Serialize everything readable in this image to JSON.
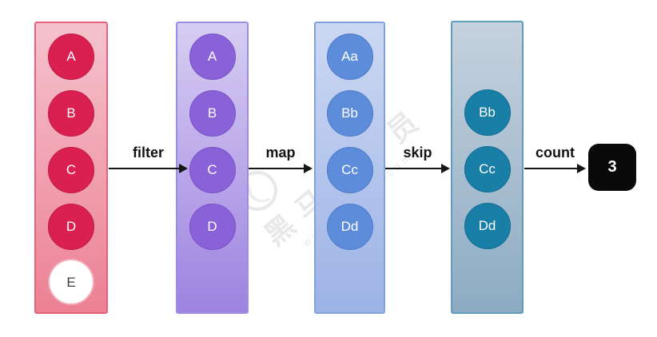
{
  "diagram": {
    "columns": [
      {
        "name": "source",
        "items": [
          {
            "label": "A",
            "row": 0
          },
          {
            "label": "B",
            "row": 1
          },
          {
            "label": "C",
            "row": 2
          },
          {
            "label": "D",
            "row": 3
          },
          {
            "label": "E",
            "row": 4,
            "variant": "excluded"
          }
        ]
      },
      {
        "name": "after-filter",
        "items": [
          {
            "label": "A",
            "row": 0
          },
          {
            "label": "B",
            "row": 1
          },
          {
            "label": "C",
            "row": 2
          },
          {
            "label": "D",
            "row": 3
          }
        ]
      },
      {
        "name": "after-map",
        "items": [
          {
            "label": "Aa",
            "row": 0
          },
          {
            "label": "Bb",
            "row": 1
          },
          {
            "label": "Cc",
            "row": 2
          },
          {
            "label": "Dd",
            "row": 3
          }
        ]
      },
      {
        "name": "after-skip",
        "items": [
          {
            "label": "Bb",
            "row": 1
          },
          {
            "label": "Cc",
            "row": 2
          },
          {
            "label": "Dd",
            "row": 3
          }
        ]
      }
    ],
    "operations": [
      {
        "label": "filter"
      },
      {
        "label": "map"
      },
      {
        "label": "skip"
      },
      {
        "label": "count"
      }
    ],
    "result": {
      "value": "3"
    }
  },
  "watermark": {
    "brand": "黑马程序员",
    "url": "www.itheima.com"
  },
  "colors": {
    "source_fill": "#ec8094",
    "source_circle": "#d92050",
    "filter_fill": "#9d83e0",
    "filter_circle": "#8a62d8",
    "map_fill": "#9db3e6",
    "map_circle": "#5d8cda",
    "skip_fill": "#8cabc2",
    "skip_circle": "#197fa6",
    "excluded_circle": "#ffffff",
    "result_box": "#0a0a0a",
    "arrow": "#161616"
  }
}
